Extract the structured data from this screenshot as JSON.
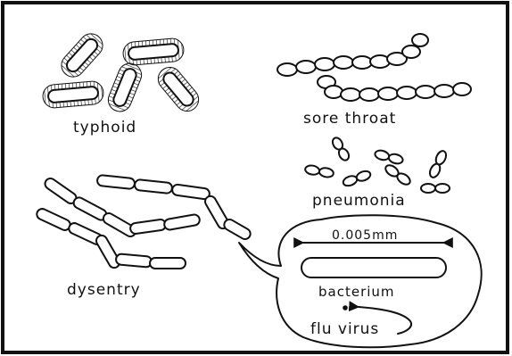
{
  "labels": {
    "typhoid": "typhoid",
    "sore_throat": "sore throat",
    "pneumonia": "pneumonia",
    "dysentery": "dysentry"
  },
  "inset": {
    "scale": "0.005mm",
    "bacterium": "bacterium",
    "virus": "flu virus"
  }
}
